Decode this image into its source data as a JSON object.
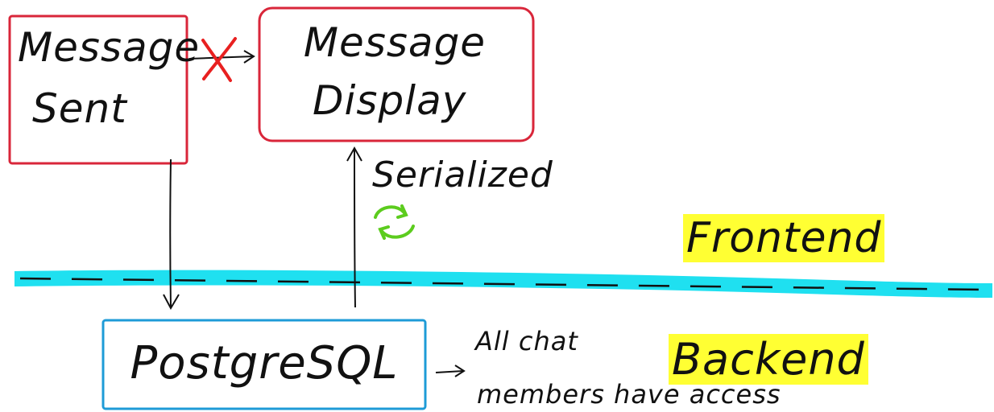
{
  "nodes": {
    "message_sent": {
      "line1": "Message",
      "line2": "Sent"
    },
    "message_display": {
      "line1": "Message",
      "line2": "Display"
    },
    "postgresql": {
      "label": "PostgreSQL"
    }
  },
  "edges": {
    "serialized_label": "Serialized",
    "access_note_line1": "All chat",
    "access_note_line2": "members have access"
  },
  "layers": {
    "frontend": "Frontend",
    "backend": "Backend"
  },
  "colors": {
    "frontend_box": "#d9263a",
    "backend_box": "#1e9bd7",
    "divider": "#1fe0f0",
    "highlight": "#ffff33",
    "cross": "#e82020",
    "sync_icon": "#5ccc1e",
    "ink": "#111111"
  },
  "icons": [
    "cross-mark-icon",
    "sync-icon",
    "arrow-icon"
  ]
}
